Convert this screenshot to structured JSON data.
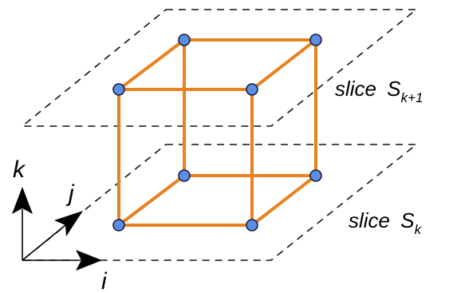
{
  "slices": {
    "upper": {
      "word": "slice",
      "symbol": "S",
      "subscript": "k+1"
    },
    "lower": {
      "word": "slice",
      "symbol": "S",
      "subscript": "k"
    }
  },
  "axes": {
    "vertical": "k",
    "depth": "j",
    "horizontal": "i"
  },
  "colors": {
    "cube_edge": "#E8821E",
    "cube_vertex": "#5B8FE6",
    "outline": "#000000"
  }
}
